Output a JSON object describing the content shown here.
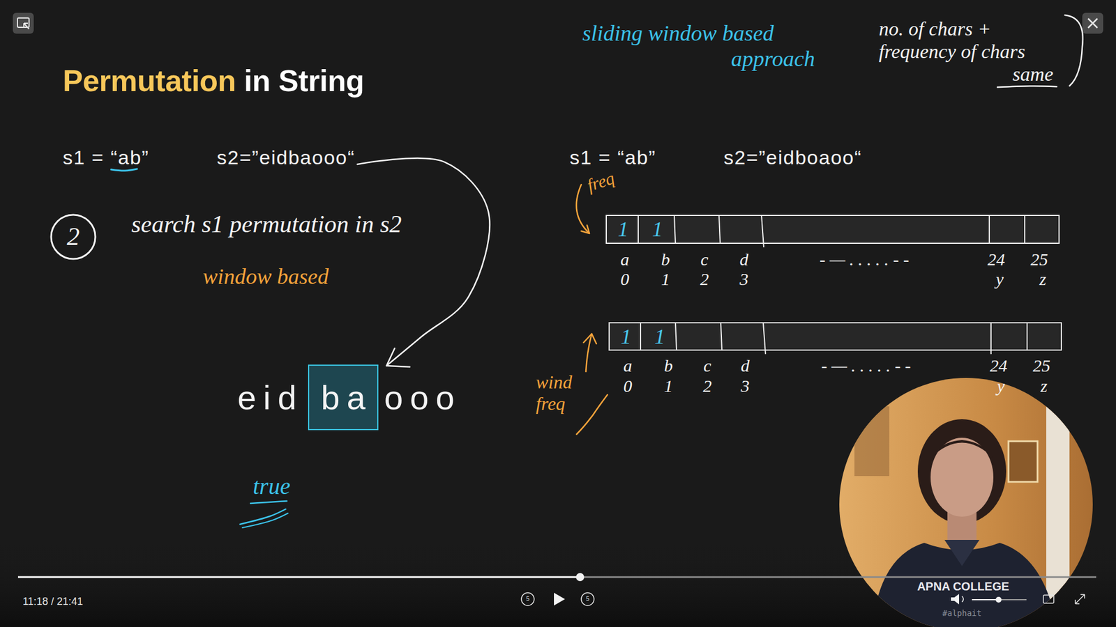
{
  "diagram": {
    "title": "Permutation in String",
    "nodes": [
      {
        "text": [
          "2"
        ]
      },
      {
        "text": [
          "ba"
        ]
      },
      {
        "text": [
          "1",
          "1"
        ]
      },
      {
        "text": [
          "1",
          "1"
        ]
      }
    ],
    "labels": [
      "sliding window based approach",
      "no. of chars + frequency of chars same",
      "s1 = “ab”",
      "s2=”eidbaooo“",
      "search s1 permutation in s2",
      "window based",
      "eid",
      "ooo",
      "true",
      "s1 = “ab”",
      "s2=”eidboaoo“",
      "freq",
      "a",
      "b",
      "c",
      "d",
      "- — . . . . . - -",
      "24",
      "25",
      "0",
      "1",
      "2",
      "3",
      "y",
      "z",
      "a",
      "b",
      "c",
      "d",
      "- — . . . . . - -",
      "24",
      "25",
      "0",
      "1",
      "2",
      "3",
      "y",
      "z",
      "wind freq",
      "11:18 / 21:41",
      "APNA COLLEGE",
      "#alphait",
      "5",
      "5"
    ]
  }
}
